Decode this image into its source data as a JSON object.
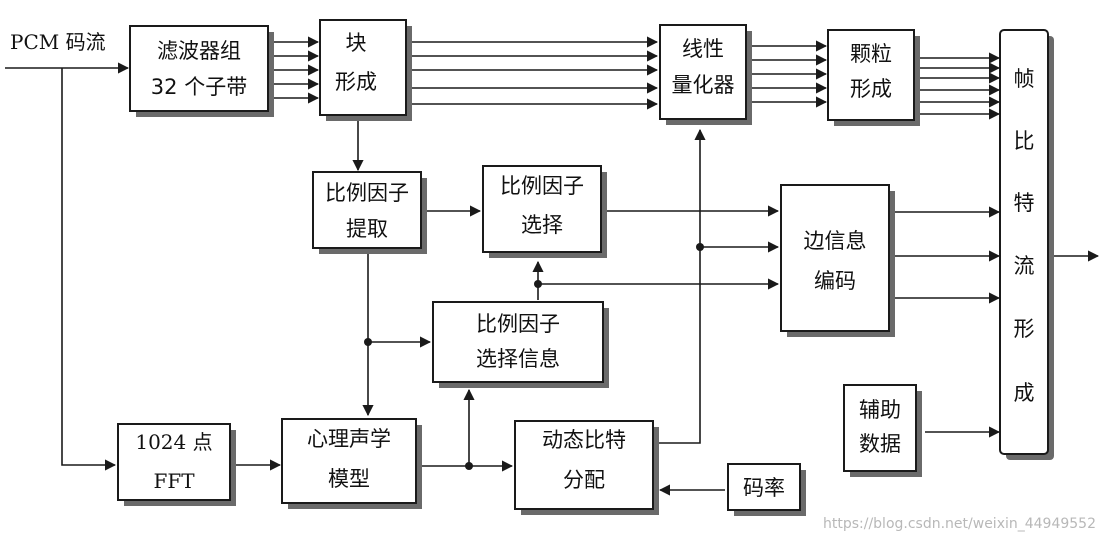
{
  "labels": {
    "input": "PCM 码流",
    "filterbank": [
      "滤波器组",
      "32 个子带"
    ],
    "block": [
      "块",
      "形成"
    ],
    "quantizer": [
      "线性",
      "量化器"
    ],
    "granule": [
      "颗粒",
      "形成"
    ],
    "frame": [
      "帧",
      "比",
      "特",
      "流",
      "形",
      "成"
    ],
    "sf_extract": [
      "比例因子",
      "提取"
    ],
    "sf_select": [
      "比例因子",
      "选择"
    ],
    "sf_info": [
      "比例因子",
      "选择信息"
    ],
    "side_info": [
      "边信息",
      "编码"
    ],
    "fft": [
      "1024 点",
      "FFT"
    ],
    "psy": [
      "心理声学",
      "模型"
    ],
    "alloc": [
      "动态比特",
      "分配"
    ],
    "ancillary": [
      "辅助",
      "数据"
    ],
    "bitrate": "码率"
  },
  "watermark": "https://blog.csdn.net/weixin_44949552"
}
